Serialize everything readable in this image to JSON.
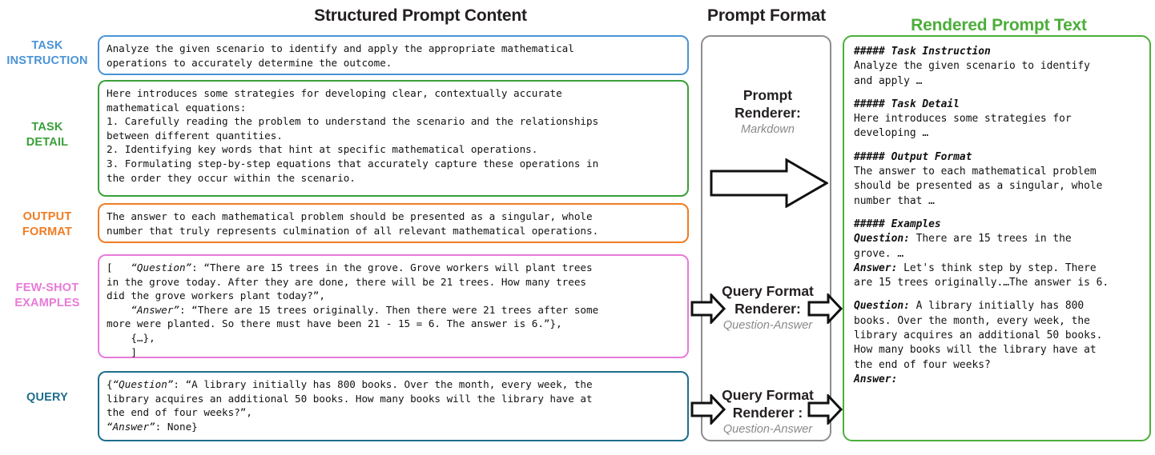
{
  "titles": {
    "structured": "Structured Prompt Content",
    "format": "Prompt Format",
    "rendered": "Rendered Prompt Text"
  },
  "colors": {
    "task_instruction": "#4a94d6",
    "task_detail": "#3aa03a",
    "output_format": "#f07c22",
    "few_shot": "#e87ad8",
    "query": "#1e6e8c",
    "rendered": "#4cae3a",
    "panel_gray": "#8d8d8d"
  },
  "labels": {
    "task_instruction": "TASK\nINSTRUCTION",
    "task_detail": "TASK\nDETAIL",
    "output_format": "OUTPUT\nFORMAT",
    "few_shot": "FEW-SHOT\nEXAMPLES",
    "query": "QUERY"
  },
  "boxes": {
    "task_instruction": "Analyze the given scenario to identify and apply the appropriate mathematical\noperations to accurately determine the outcome.",
    "task_detail": "Here introduces some strategies for developing clear, contextually accurate\nmathematical equations:\n1. Carefully reading the problem to understand the scenario and the relationships\nbetween different quantities.\n2. Identifying key words that hint at specific mathematical operations.\n3. Formulating step-by-step equations that accurately capture these operations in\nthe order they occur within the scenario.",
    "output_format": "The answer to each mathematical problem should be presented as a singular, whole\nnumber that truly represents culmination of all relevant mathematical operations.",
    "few_shot": {
      "line_open": "[",
      "q_key": "“Question”",
      "q_text": ": “There are 15 trees in the grove. Grove workers will plant trees\nin the grove today. After they are done, there will be 21 trees. How many trees\ndid the grove workers plant today?”,",
      "a_key": "“Answer”",
      "a_text": ": “There are 15 trees originally. Then there were 21 trees after some\nmore were planted. So there must have been 21 - 15 = 6. The answer is 6.”},",
      "ellipsis_entry": "{…},",
      "line_close": "]"
    },
    "query": {
      "q_key": "“Question”",
      "q_text": ": “A library initially has 800 books. Over the month, every week, the\nlibrary acquires an additional 50 books. How many books will the library have at\nthe end of four weeks?”,",
      "a_key": "“Answer”",
      "a_text": ": None}"
    }
  },
  "renderers": [
    {
      "title": "Prompt\nRenderer:",
      "subtitle": "Markdown"
    },
    {
      "title": "Query Format\nRenderer:",
      "subtitle": "Question-Answer"
    },
    {
      "title": "Query Format\nRenderer :",
      "subtitle": "Question-Answer"
    }
  ],
  "rendered": {
    "h_task_instruction": "##### Task Instruction",
    "t_task_instruction": "Analyze the given scenario to identify\nand apply …",
    "h_task_detail": "##### Task Detail",
    "t_task_detail": "Here introduces some strategies for\ndeveloping …",
    "h_output_format": "##### Output Format",
    "t_output_format": "The answer to each mathematical problem\nshould be presented as a singular, whole\nnumber that …",
    "h_examples": "##### Examples",
    "ex_q_label": "Question:",
    "ex_q_text": " There are 15 trees in the\ngrove. …",
    "ex_a_label": "Answer:",
    "ex_a_text": " Let's think step by step. There\nare 15 trees originally.…The answer is 6.",
    "qy_q_label": "Question:",
    "qy_q_text": " A library initially has 800\nbooks. Over the month, every week, the\nlibrary acquires an additional 50 books.\nHow many books will the library have at\nthe end of four weeks?",
    "qy_a_label": "Answer:"
  },
  "arrows": {
    "big": "arrow-right-big",
    "small": "arrow-right-small"
  }
}
